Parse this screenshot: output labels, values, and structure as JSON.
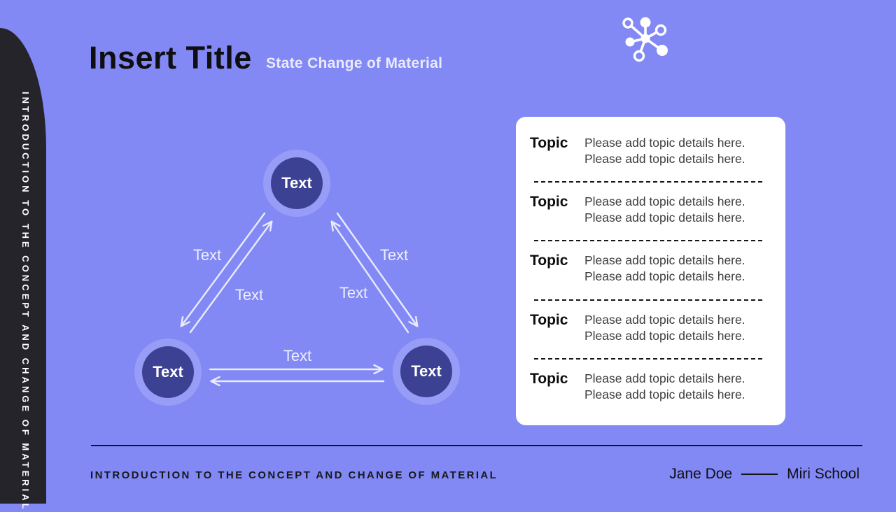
{
  "colors": {
    "background": "#8289f5",
    "sidebar": "#26242b",
    "node_fill": "#3d4193",
    "node_halo": "rgba(255,255,255,0.17)",
    "light_text": "#e9ebfc",
    "card_background": "#ffffff",
    "dark_text": "#131316"
  },
  "sidebar": {
    "label": "INTRODUCTION TO THE CONCEPT AND CHANGE OF MATERIAL"
  },
  "header": {
    "title": "Insert Title",
    "subtitle": "State Change of Material"
  },
  "icons": {
    "top_right": "molecule-network-icon"
  },
  "diagram": {
    "nodes": [
      {
        "id": "top",
        "label": "Text"
      },
      {
        "id": "bottom-left",
        "label": "Text"
      },
      {
        "id": "bottom-right",
        "label": "Text"
      }
    ],
    "edge_labels": [
      {
        "id": "left-outer",
        "label": "Text"
      },
      {
        "id": "left-inner",
        "label": "Text"
      },
      {
        "id": "right-inner",
        "label": "Text"
      },
      {
        "id": "right-outer",
        "label": "Text"
      },
      {
        "id": "bottom",
        "label": "Text"
      }
    ]
  },
  "topics_card": {
    "rows": [
      {
        "title": "Topic",
        "details": [
          "Please add topic details here.",
          "Please add topic details here."
        ]
      },
      {
        "title": "Topic",
        "details": [
          "Please add topic details here.",
          "Please add topic details here."
        ]
      },
      {
        "title": "Topic",
        "details": [
          "Please add topic details here.",
          "Please add topic details here."
        ]
      },
      {
        "title": "Topic",
        "details": [
          "Please add topic details here.",
          "Please add topic details here."
        ]
      },
      {
        "title": "Topic",
        "details": [
          "Please add topic details here.",
          "Please add topic details here."
        ]
      }
    ]
  },
  "footer": {
    "caption": "INTRODUCTION TO THE CONCEPT AND CHANGE OF MATERIAL",
    "author": "Jane Doe",
    "organization": "Miri School"
  }
}
